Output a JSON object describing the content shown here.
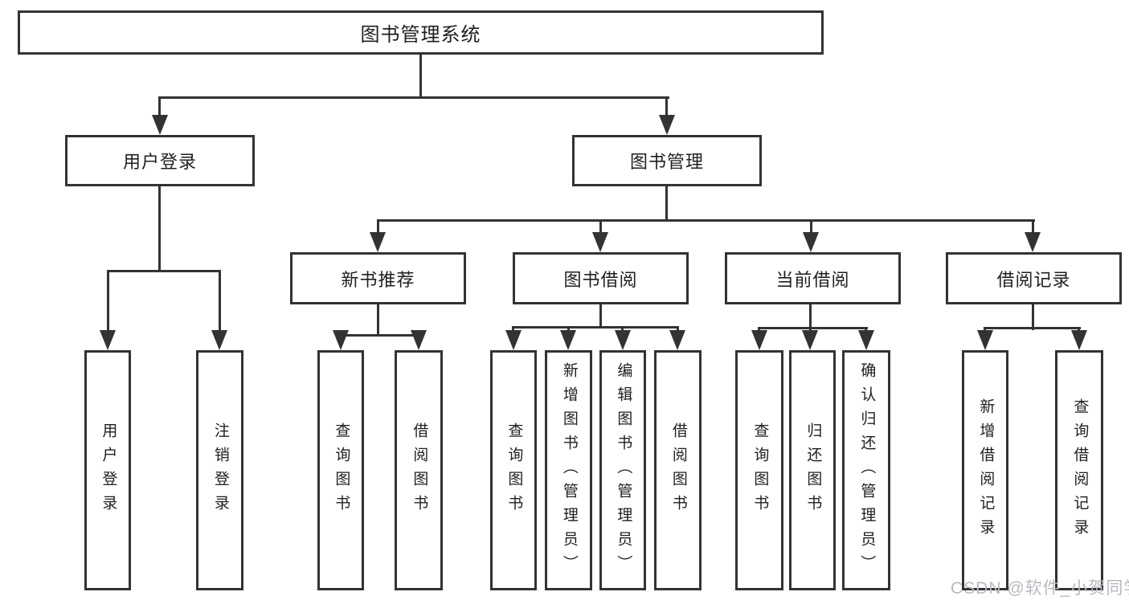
{
  "tree": {
    "label": "图书管理系统",
    "children": [
      {
        "label": "用户登录",
        "children": [
          {
            "label": "用户登录"
          },
          {
            "label": "注销登录"
          }
        ]
      },
      {
        "label": "图书管理",
        "children": [
          {
            "label": "新书推荐",
            "children": [
              {
                "label": "查询图书"
              },
              {
                "label": "借阅图书"
              }
            ]
          },
          {
            "label": "图书借阅",
            "children": [
              {
                "label": "查询图书"
              },
              {
                "label": "新增图书（管理员）"
              },
              {
                "label": "编辑图书（管理员）"
              },
              {
                "label": "借阅图书"
              }
            ]
          },
          {
            "label": "当前借阅",
            "children": [
              {
                "label": "查询图书"
              },
              {
                "label": "归还图书"
              },
              {
                "label": "确认归还（管理员）"
              }
            ]
          },
          {
            "label": "借阅记录",
            "children": [
              {
                "label": "新增借阅记录"
              },
              {
                "label": "查询借阅记录"
              }
            ]
          }
        ]
      }
    ]
  },
  "watermark": {
    "text": "CSDN @软件_小贺同学"
  },
  "colors": {
    "line": "#333333",
    "text": "#1f1f1f",
    "background": "#ffffff",
    "watermark": "#b7bac0"
  }
}
